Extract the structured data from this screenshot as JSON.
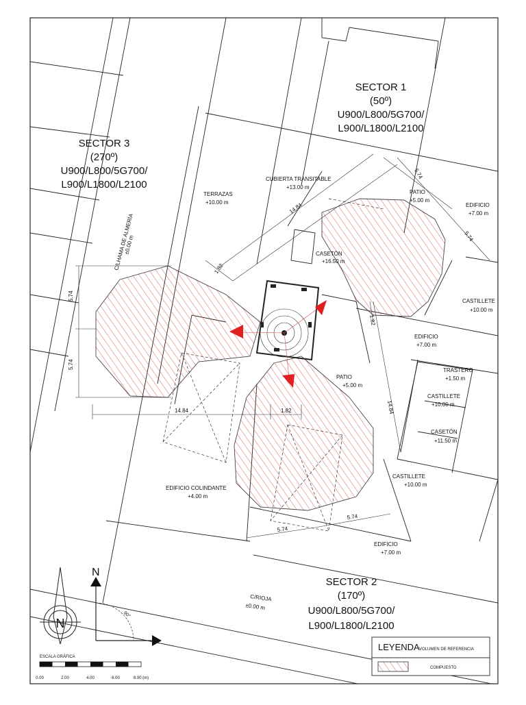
{
  "sectors": [
    {
      "name": "SECTOR 1",
      "azimuth": "(50º)",
      "bands_1": "U900/L800/5G700/",
      "bands_2": "L900/L1800/L2100"
    },
    {
      "name": "SECTOR 2",
      "azimuth": "(170º)",
      "bands_1": "U900/L800/5G700/",
      "bands_2": "L900/L1800/L2100"
    },
    {
      "name": "SECTOR 3",
      "azimuth": "(270º)",
      "bands_1": "U900/L800/5G700/",
      "bands_2": "L900/L1800/L2100"
    }
  ],
  "labels": {
    "cubierta": {
      "name": "CUBIERTA TRANSITABLE",
      "height": "+13.00 m"
    },
    "terrazas": {
      "name": "TERRAZAS",
      "height": "+10.00 m"
    },
    "patio_top": {
      "name": "PATIO",
      "height": "+5.00 m"
    },
    "edificio_right": {
      "name": "EDIFICIO",
      "height": "+7.00 m"
    },
    "caseton_center": {
      "name": "CASETÓN",
      "height": "+16.50 m"
    },
    "castillete_right": {
      "name": "CASTILLETE",
      "height": "+10.00 m"
    },
    "edificio_mid": {
      "name": "EDIFICIO",
      "height": "+7.00 m"
    },
    "trastero": {
      "name": "TRASTERO",
      "height": "+1.50 m"
    },
    "castillete_mid": {
      "name": "CASTILLETE",
      "height": "+10.00 m"
    },
    "caseton_right": {
      "name": "CASETÓN",
      "height": "+11.50 m"
    },
    "patio_center": {
      "name": "PATIO",
      "height": "+5.00 m"
    },
    "castillete_low": {
      "name": "CASTILLETE",
      "height": "+10.00 m"
    },
    "edificio_colindante": {
      "name": "EDIFICIO COLINDANTE",
      "height": "+4.00 m"
    },
    "edificio_bottom": {
      "name": "EDIFICIO",
      "height": "+7.00 m"
    },
    "c_rioja": {
      "name": "C/RIOJA",
      "height": "±0.00 m"
    },
    "c_almeria": {
      "name": "C/LHAMA DE ALMERÍA",
      "height": "±0.00 m"
    }
  },
  "dimensions": {
    "d_574": "5.74",
    "d_1484": "14.84",
    "d_182": "1.82"
  },
  "compass": {
    "north_letter": "N",
    "angle": "90°"
  },
  "scale_bar": {
    "title": "ESCALA GRÁFICA",
    "ticks": [
      "0.00",
      "2.00",
      "4.00",
      "6.00",
      "8.00 (m)"
    ]
  },
  "legend": {
    "title": "LEYENDA",
    "subtitle": "VOLUMEN DE REFERENCIA",
    "item_label": "COMPUESTO"
  },
  "colors": {
    "hatch": "#d94c4c",
    "arrow": "#e02020",
    "border": "#222222"
  }
}
